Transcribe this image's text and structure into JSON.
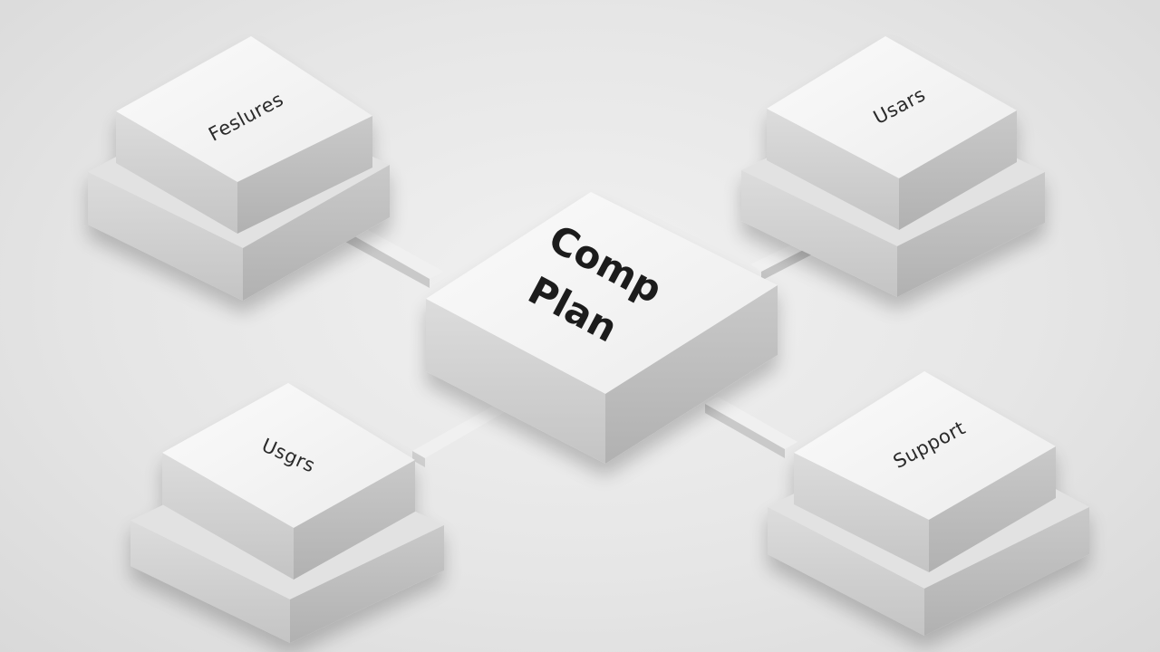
{
  "diagram": {
    "center": {
      "label_line1": "Comp",
      "label_line2": "Plan"
    },
    "nodes": [
      {
        "id": "top-left",
        "label": "Feslures"
      },
      {
        "id": "top-right",
        "label": "Usars"
      },
      {
        "id": "bottom-left",
        "label": "Usgrs"
      },
      {
        "id": "bottom-right",
        "label": "Support"
      }
    ],
    "colors": {
      "top": "#f7f7f7",
      "side_light": "#d8d8d8",
      "side_dark": "#bdbdbd",
      "base_top": "#e1e1e1",
      "base_side": "#b9b9b9",
      "connector": "#eeeeee",
      "text": "#2b2b2b"
    }
  }
}
